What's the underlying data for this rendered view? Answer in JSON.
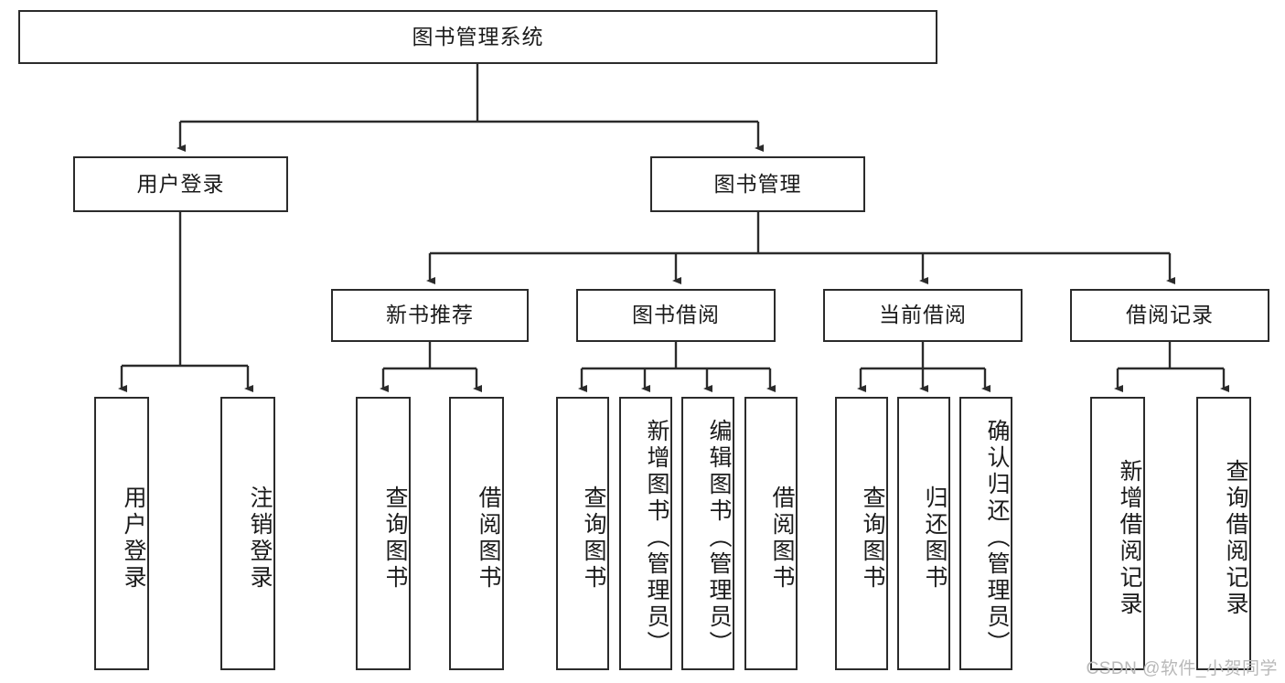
{
  "diagram": {
    "type": "tree-hierarchy",
    "title": "图书管理系统",
    "watermark": "CSDN @软件_小贺同学",
    "colors": {
      "box_border": "#2b2b2b",
      "box_fill": "#ffffff",
      "edge": "#2b2b2b",
      "text": "#1b1b1b",
      "watermark": "#b9b9b9"
    },
    "root": {
      "id": "root",
      "label": "图书管理系统",
      "orientation": "horizontal"
    },
    "level2": [
      {
        "id": "user-login",
        "label": "用户登录",
        "orientation": "horizontal"
      },
      {
        "id": "book-manage",
        "label": "图书管理",
        "orientation": "horizontal"
      }
    ],
    "level3": [
      {
        "id": "new-book-recommend",
        "label": "新书推荐",
        "orientation": "horizontal",
        "parent": "book-manage"
      },
      {
        "id": "book-borrow",
        "label": "图书借阅",
        "orientation": "horizontal",
        "parent": "book-manage"
      },
      {
        "id": "current-borrow",
        "label": "当前借阅",
        "orientation": "horizontal",
        "parent": "book-manage"
      },
      {
        "id": "borrow-record",
        "label": "借阅记录",
        "orientation": "horizontal",
        "parent": "book-manage"
      }
    ],
    "leaves": [
      {
        "id": "leaf-user-login",
        "label": "用户登录",
        "parent": "user-login"
      },
      {
        "id": "leaf-logout-login",
        "label": "注销登录",
        "parent": "user-login"
      },
      {
        "id": "leaf-query-book-1",
        "label": "查询图书",
        "parent": "new-book-recommend"
      },
      {
        "id": "leaf-borrow-book-1",
        "label": "借阅图书",
        "parent": "new-book-recommend"
      },
      {
        "id": "leaf-query-book-2",
        "label": "查询图书",
        "parent": "book-borrow"
      },
      {
        "id": "leaf-add-book",
        "label": "新增图书（管理员）",
        "parent": "book-borrow"
      },
      {
        "id": "leaf-edit-book",
        "label": "编辑图书（管理员）",
        "parent": "book-borrow"
      },
      {
        "id": "leaf-borrow-book-2",
        "label": "借阅图书",
        "parent": "book-borrow"
      },
      {
        "id": "leaf-query-book-3",
        "label": "查询图书",
        "parent": "current-borrow"
      },
      {
        "id": "leaf-return-book",
        "label": "归还图书",
        "parent": "current-borrow"
      },
      {
        "id": "leaf-confirm-return",
        "label": "确认归还（管理员）",
        "parent": "current-borrow"
      },
      {
        "id": "leaf-add-record",
        "label": "新增借阅记录",
        "parent": "borrow-record"
      },
      {
        "id": "leaf-query-record",
        "label": "查询借阅记录",
        "parent": "borrow-record"
      }
    ]
  }
}
